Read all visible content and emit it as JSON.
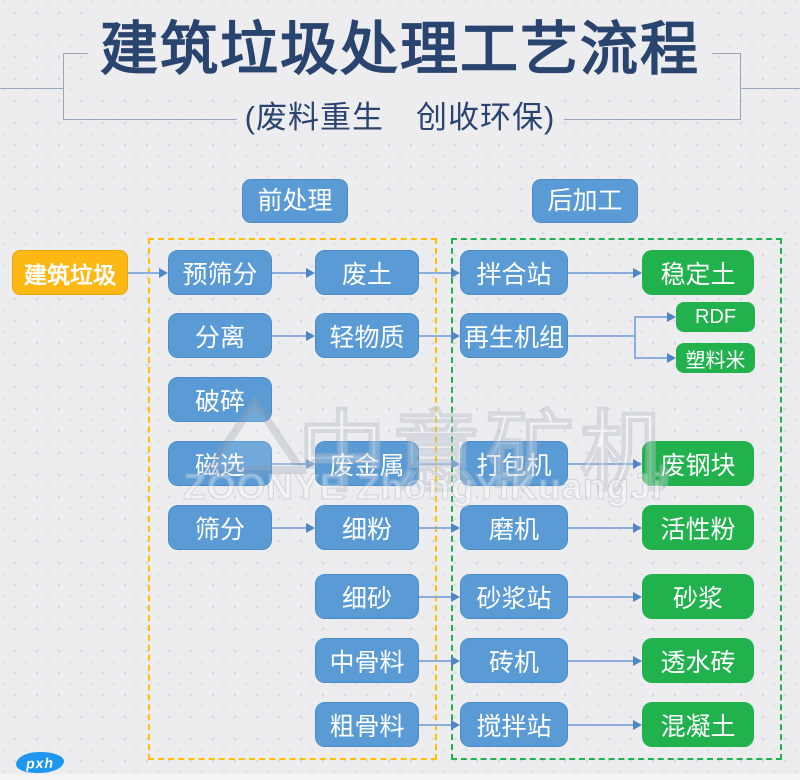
{
  "page": {
    "title": "建筑垃圾处理工艺流程",
    "subtitle": "(废料重生　创收环保)",
    "stamp": "pxh"
  },
  "section_headers": {
    "pre": {
      "label": "前处理"
    },
    "post": {
      "label": "后加工"
    }
  },
  "watermark": {
    "cn": "中意矿机",
    "en": "ZOONYE ZhongYiKuangJi",
    "logo": "triangle-outline-icon"
  },
  "colors": {
    "title_text": "#2a4470",
    "node_blue": "#5b9bd5",
    "node_green": "#21b24e",
    "node_yellow": "#fdb813",
    "pre_container_dash": "#ffc000",
    "post_container_dash": "#21b24e",
    "arrow_line": "#8bafdc",
    "arrow_head": "#4e86c6",
    "background": "#ededef",
    "stamp_blue": "#1f97ef"
  },
  "nodes": [
    {
      "id": "construction-waste",
      "label": "建筑垃圾",
      "col": "src",
      "row": "0",
      "type": "yellow"
    },
    {
      "id": "pre-screening",
      "label": "预筛分",
      "col": "c1",
      "row": "0",
      "type": "blue"
    },
    {
      "id": "separation",
      "label": "分离",
      "col": "c1",
      "row": "1",
      "type": "blue"
    },
    {
      "id": "crushing",
      "label": "破碎",
      "col": "c1",
      "row": "2",
      "type": "blue"
    },
    {
      "id": "magnetic-separation",
      "label": "磁选",
      "col": "c1",
      "row": "3",
      "type": "blue"
    },
    {
      "id": "screening",
      "label": "筛分",
      "col": "c1",
      "row": "4",
      "type": "blue"
    },
    {
      "id": "waste-soil",
      "label": "废土",
      "col": "c2",
      "row": "0",
      "type": "blue"
    },
    {
      "id": "light-materials",
      "label": "轻物质",
      "col": "c2",
      "row": "1",
      "type": "blue"
    },
    {
      "id": "waste-metal",
      "label": "废金属",
      "col": "c2",
      "row": "3",
      "type": "blue"
    },
    {
      "id": "fine-powder",
      "label": "细粉",
      "col": "c2",
      "row": "4",
      "type": "blue"
    },
    {
      "id": "fine-sand",
      "label": "细砂",
      "col": "c2",
      "row": "5",
      "type": "blue"
    },
    {
      "id": "medium-aggregate",
      "label": "中骨料",
      "col": "c2",
      "row": "6",
      "type": "blue"
    },
    {
      "id": "coarse-aggregate",
      "label": "粗骨料",
      "col": "c2",
      "row": "7",
      "type": "blue"
    },
    {
      "id": "mixing-station",
      "label": "拌合站",
      "col": "c3",
      "row": "0",
      "type": "blue"
    },
    {
      "id": "regeneration-unit",
      "label": "再生机组",
      "col": "c3",
      "row": "1",
      "type": "blue"
    },
    {
      "id": "baler",
      "label": "打包机",
      "col": "c3",
      "row": "3",
      "type": "blue"
    },
    {
      "id": "mill",
      "label": "磨机",
      "col": "c3",
      "row": "4",
      "type": "blue"
    },
    {
      "id": "mortar-station",
      "label": "砂浆站",
      "col": "c3",
      "row": "5",
      "type": "blue"
    },
    {
      "id": "brick-machine",
      "label": "砖机",
      "col": "c3",
      "row": "6",
      "type": "blue"
    },
    {
      "id": "concrete-mixing-station",
      "label": "搅拌站",
      "col": "c3",
      "row": "7",
      "type": "blue"
    },
    {
      "id": "stabilized-soil",
      "label": "稳定土",
      "col": "c4",
      "row": "0",
      "type": "green"
    },
    {
      "id": "rdf",
      "label": "RDF",
      "col": "c4s",
      "row": "2a",
      "type": "green small"
    },
    {
      "id": "plastic-pellets",
      "label": "塑料米",
      "col": "c4s",
      "row": "2b",
      "type": "green small"
    },
    {
      "id": "scrap-steel",
      "label": "废钢块",
      "col": "c4",
      "row": "3",
      "type": "green"
    },
    {
      "id": "active-powder",
      "label": "活性粉",
      "col": "c4",
      "row": "4",
      "type": "green"
    },
    {
      "id": "mortar",
      "label": "砂浆",
      "col": "c4",
      "row": "5",
      "type": "green"
    },
    {
      "id": "permeable-brick",
      "label": "透水砖",
      "col": "c4",
      "row": "6",
      "type": "green"
    },
    {
      "id": "concrete",
      "label": "混凝土",
      "col": "c4",
      "row": "7",
      "type": "green"
    }
  ],
  "edges": [
    {
      "from": "construction-waste",
      "to": "pre-screening"
    },
    {
      "from": "pre-screening",
      "to": "waste-soil"
    },
    {
      "from": "separation",
      "to": "light-materials"
    },
    {
      "from": "magnetic-separation",
      "to": "waste-metal"
    },
    {
      "from": "screening",
      "to": "fine-powder"
    },
    {
      "from": "waste-soil",
      "to": "mixing-station"
    },
    {
      "from": "light-materials",
      "to": "regeneration-unit"
    },
    {
      "from": "waste-metal",
      "to": "baler"
    },
    {
      "from": "fine-powder",
      "to": "mill"
    },
    {
      "from": "fine-sand",
      "to": "mortar-station"
    },
    {
      "from": "medium-aggregate",
      "to": "brick-machine"
    },
    {
      "from": "coarse-aggregate",
      "to": "concrete-mixing-station"
    },
    {
      "from": "mixing-station",
      "to": "stabilized-soil"
    },
    {
      "from": "regeneration-unit",
      "to": "rdf",
      "elbow": true
    },
    {
      "from": "regeneration-unit",
      "to": "plastic-pellets",
      "elbow": true
    },
    {
      "from": "baler",
      "to": "scrap-steel"
    },
    {
      "from": "mill",
      "to": "active-powder"
    },
    {
      "from": "mortar-station",
      "to": "mortar"
    },
    {
      "from": "brick-machine",
      "to": "permeable-brick"
    },
    {
      "from": "concrete-mixing-station",
      "to": "concrete"
    }
  ]
}
